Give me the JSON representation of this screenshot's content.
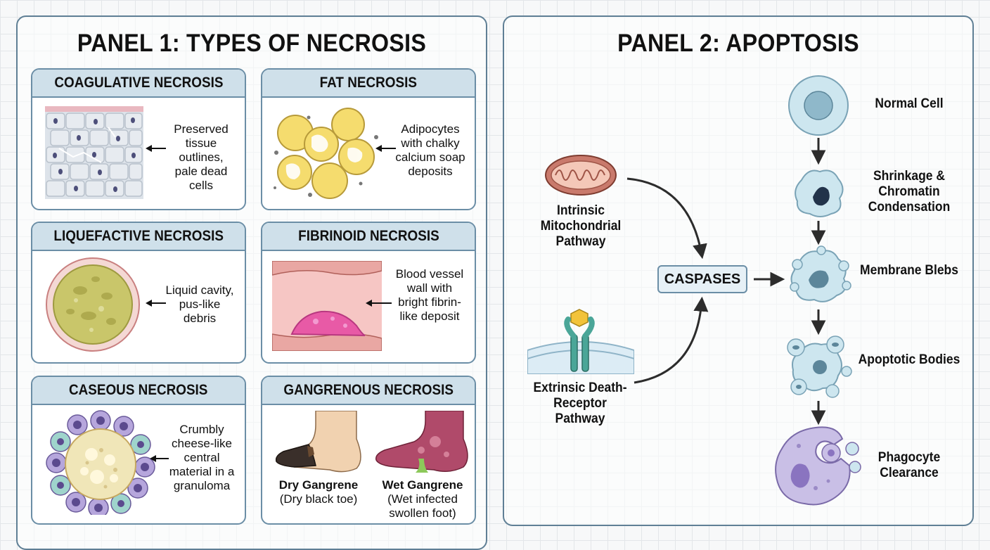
{
  "panel1": {
    "title": "PANEL 1: TYPES OF NECROSIS",
    "cards": {
      "coagulative": {
        "title": "COAGULATIVE NECROSIS",
        "desc": "Preserved tissue outlines, pale dead cells"
      },
      "fat": {
        "title": "FAT NECROSIS",
        "desc": "Adipocytes with chalky calcium soap deposits"
      },
      "liquefactive": {
        "title": "LIQUEFACTIVE NECROSIS",
        "desc": "Liquid cavity, pus-like debris"
      },
      "fibrinoid": {
        "title": "FIBRINOID NECROSIS",
        "desc": "Blood vessel wall with bright fibrin-like deposit"
      },
      "caseous": {
        "title": "CASEOUS NECROSIS",
        "desc": "Crumbly cheese-like central material in a granuloma"
      },
      "gangrenous": {
        "title": "GANGRENOUS NECROSIS",
        "dry_title": "Dry Gangrene",
        "dry_desc": "(Dry black toe)",
        "wet_title": "Wet Gangrene",
        "wet_desc": "(Wet infected swollen foot)"
      }
    }
  },
  "panel2": {
    "title": "PANEL 2: APOPTOSIS",
    "intrinsic": "Intrinsic Mitochondrial Pathway",
    "extrinsic": "Extrinsic Death-Receptor Pathway",
    "caspases": "CASPASES",
    "stages": {
      "normal": "Normal Cell",
      "shrinkage": "Shrinkage & Chromatin Condensation",
      "blebs": "Membrane Blebs",
      "bodies": "Apoptotic Bodies",
      "phagocyte": "Phagocyte Clearance"
    }
  },
  "colors": {
    "panel_border": "#5f7f95",
    "card_header": "#cfe0ea",
    "fat_cell": "#f5dc6e",
    "liquefactive": "#c9c66a",
    "fibrin": "#e85aa6",
    "apoptotic_cell": "#cde6ef",
    "phagocyte": "#c9bfe6"
  }
}
